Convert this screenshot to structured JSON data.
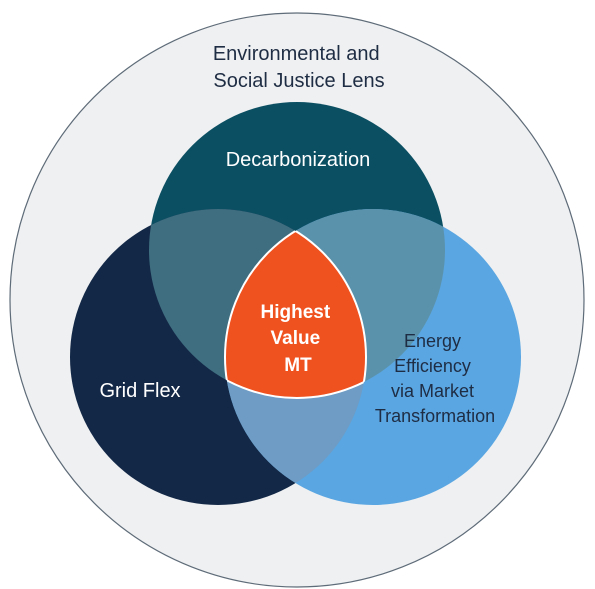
{
  "outer": {
    "label_lines": [
      "Environmental and",
      "Social Justice Lens"
    ],
    "color": "#eef0f1",
    "stroke": "#5e6b78",
    "text_color": "#1f2d44"
  },
  "sets": {
    "decarbonization": {
      "label_lines": [
        "Decarbonization"
      ],
      "color": "#0b4f63",
      "text_color": "#ffffff"
    },
    "grid_flex": {
      "label_lines": [
        "Grid Flex"
      ],
      "color": "#132847",
      "text_color": "#ffffff"
    },
    "energy_efficiency": {
      "label_lines": [
        "Energy",
        "Efficiency",
        "via Market",
        "Transformation"
      ],
      "color": "#5aa6e2",
      "text_color": "#1f2d44"
    }
  },
  "intersections": {
    "decarb_grid": "#3f6e80",
    "decarb_efficiency": "#5a92ab",
    "grid_efficiency": "#6e9cc4"
  },
  "center": {
    "label_lines": [
      "Highest",
      "Value",
      "MT"
    ],
    "color": "#f0521f",
    "stroke": "#ffffff",
    "text_color": "#ffffff"
  }
}
